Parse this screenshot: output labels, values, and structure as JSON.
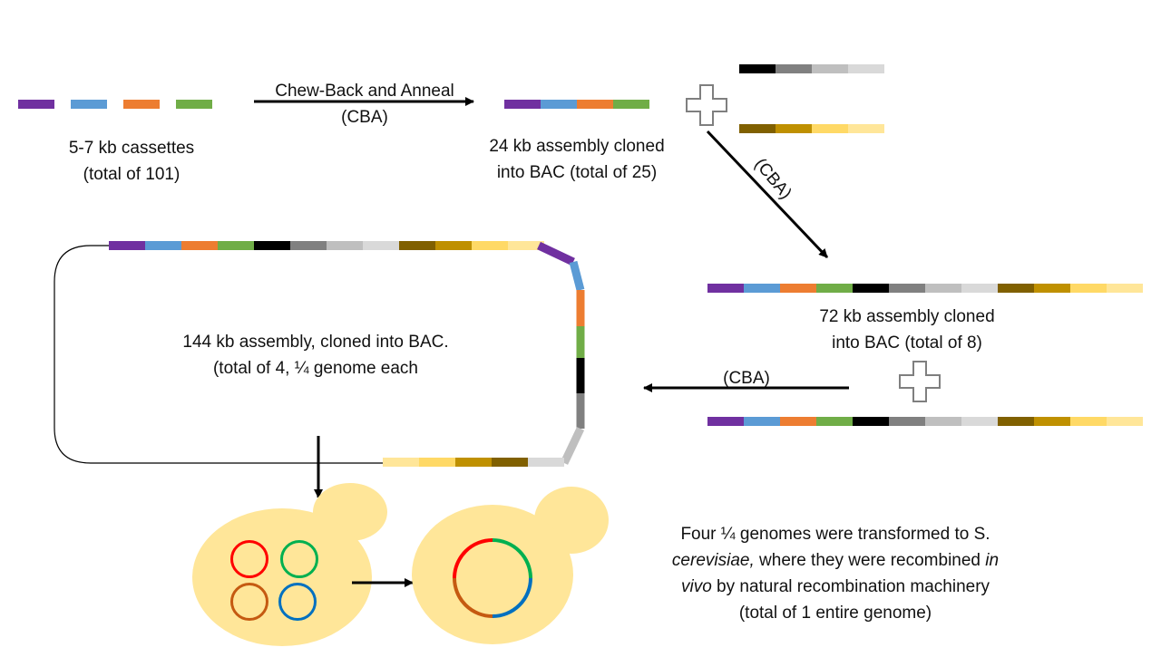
{
  "palette": {
    "purple": "#7030a0",
    "blue": "#5b9bd5",
    "orange": "#ed7d31",
    "green": "#70ad47",
    "black": "#000000",
    "gray_dark": "#808080",
    "gray_mid": "#bfbfbf",
    "gray_light": "#d9d9d9",
    "olive_dark": "#806000",
    "gold": "#bf9000",
    "yellow": "#ffd966",
    "yellow_light": "#ffe699",
    "yeast": "#ffe699",
    "ring_red": "#ff0000",
    "ring_green": "#00b050",
    "ring_orange": "#c55a11",
    "ring_blue": "#0070c0"
  },
  "labels": {
    "cassettes": [
      "5-7 kb cassettes",
      "(total of 101)"
    ],
    "cba_top": [
      "Chew-Back and Anneal",
      "(CBA)"
    ],
    "assembly24": [
      "24 kb assembly cloned",
      "into BAC (total of 25)"
    ],
    "cba_diag": "(CBA)",
    "assembly72": [
      "72 kb assembly cloned",
      "into BAC (total of 8)"
    ],
    "cba_left": "(CBA)",
    "assembly144": [
      "144 kb assembly, cloned into BAC.",
      "(total of 4, ¼ genome each"
    ]
  },
  "caption": {
    "line1": "Four ¼ genomes were transformed to S.",
    "line2_italic": "cerevisiae,",
    "line2_rest": " where they were recombined ",
    "line2_italic_end": "in",
    "line3_italic": "vivo",
    "line3_rest": " by natural recombination machinery",
    "line4": "(total of 1 entire genome)"
  }
}
